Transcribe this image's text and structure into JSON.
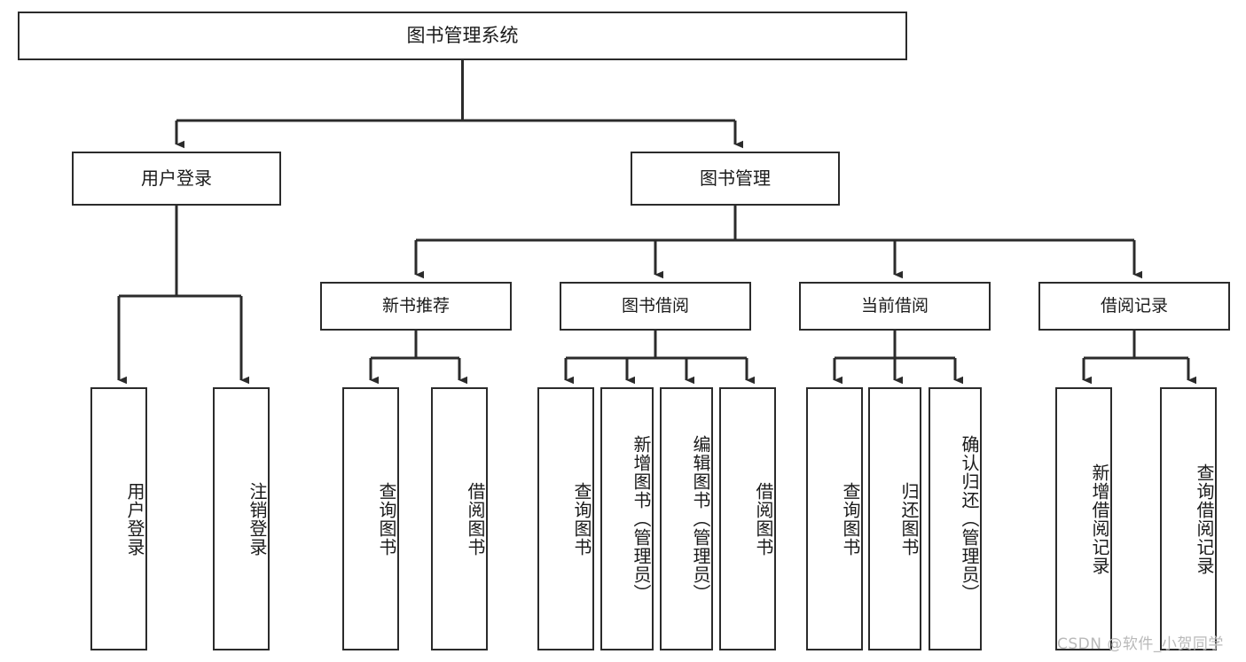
{
  "diagram": {
    "type": "tree",
    "title": "图书管理系统",
    "root": {
      "id": "root",
      "label": "图书管理系统"
    },
    "level1": [
      {
        "id": "user-login",
        "label": "用户登录"
      },
      {
        "id": "book-management",
        "label": "图书管理"
      }
    ],
    "level2": [
      {
        "id": "new-book-recommend",
        "label": "新书推荐",
        "parent": "book-management"
      },
      {
        "id": "book-borrow",
        "label": "图书借阅",
        "parent": "book-management"
      },
      {
        "id": "current-borrow",
        "label": "当前借阅",
        "parent": "book-management"
      },
      {
        "id": "borrow-record",
        "label": "借阅记录",
        "parent": "book-management"
      }
    ],
    "leaves": [
      {
        "id": "leaf-user-login",
        "label": "用户登录",
        "parent": "user-login"
      },
      {
        "id": "leaf-logout",
        "label": "注销登录",
        "parent": "user-login"
      },
      {
        "id": "leaf-query-book-1",
        "label": "查询图书",
        "parent": "new-book-recommend"
      },
      {
        "id": "leaf-borrow-book-1",
        "label": "借阅图书",
        "parent": "new-book-recommend"
      },
      {
        "id": "leaf-query-book-2",
        "label": "查询图书",
        "parent": "book-borrow"
      },
      {
        "id": "leaf-add-book",
        "label": "新增图书（管理员）",
        "parent": "book-borrow"
      },
      {
        "id": "leaf-edit-book",
        "label": "编辑图书（管理员）",
        "parent": "book-borrow"
      },
      {
        "id": "leaf-borrow-book-2",
        "label": "借阅图书",
        "parent": "book-borrow"
      },
      {
        "id": "leaf-query-book-3",
        "label": "查询图书",
        "parent": "current-borrow"
      },
      {
        "id": "leaf-return-book",
        "label": "归还图书",
        "parent": "current-borrow"
      },
      {
        "id": "leaf-confirm-return",
        "label": "确认归还（管理员）",
        "parent": "current-borrow"
      },
      {
        "id": "leaf-add-record",
        "label": "新增借阅记录",
        "parent": "borrow-record"
      },
      {
        "id": "leaf-query-record",
        "label": "查询借阅记录",
        "parent": "borrow-record"
      }
    ],
    "colors": {
      "stroke": "#2b2b2b",
      "fill": "#ffffff",
      "text": "#1a1a1a",
      "background": "#ffffff",
      "watermark": "#b9b9b9"
    }
  },
  "watermark": {
    "text": "CSDN @软件_小贺同学"
  }
}
